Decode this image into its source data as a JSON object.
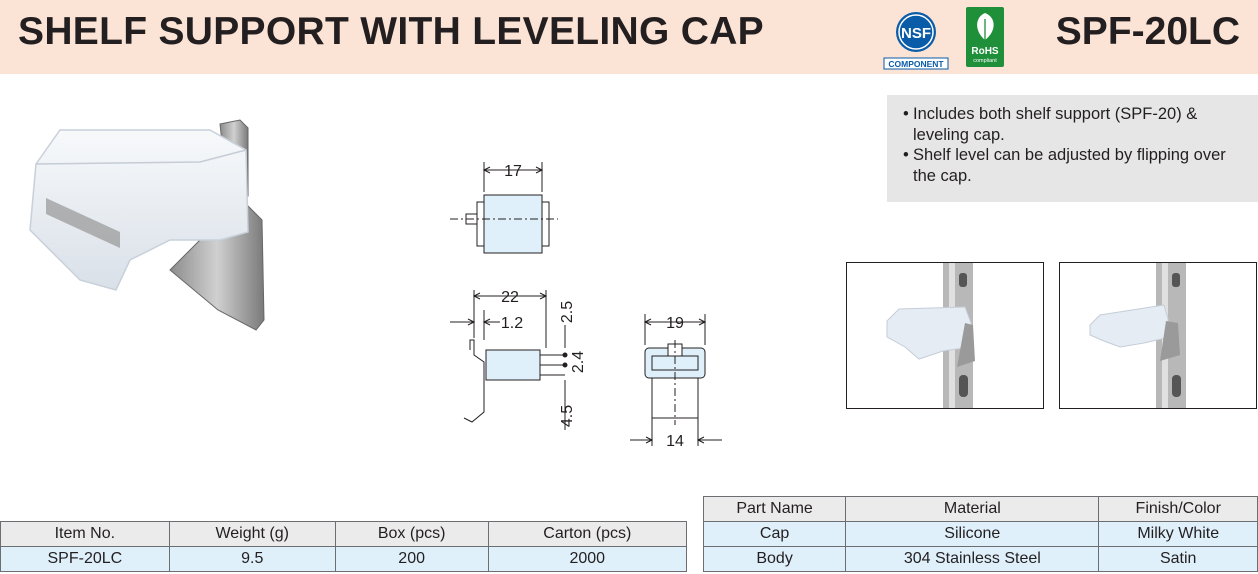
{
  "header": {
    "title": "SHELF SUPPORT WITH LEVELING CAP",
    "model": "SPF-20LC",
    "nsf_logo": {
      "mark": "NSF",
      "caption": "COMPONENT"
    },
    "rohs_logo": {
      "mark": "RoHS",
      "caption": "compliant"
    }
  },
  "features": [
    "Includes both shelf support (SPF-20) & leveling cap.",
    "Shelf level can be adjusted by flipping over the cap."
  ],
  "dimensions": {
    "top_width": "17",
    "side_length": "22",
    "side_offset": "1.2",
    "side_top": "2.5",
    "side_middle": "2.4",
    "side_bottom": "4.5",
    "end_top": "19",
    "end_bottom": "14"
  },
  "spec_table": {
    "headers": [
      "Item No.",
      "Weight (g)",
      "Box (pcs)",
      "Carton (pcs)"
    ],
    "rows": [
      [
        "SPF-20LC",
        "9.5",
        "200",
        "2000"
      ]
    ]
  },
  "material_table": {
    "headers": [
      "Part Name",
      "Material",
      "Finish/Color"
    ],
    "rows": [
      [
        "Cap",
        "Silicone",
        "Milky White"
      ],
      [
        "Body",
        "304 Stainless Steel",
        "Satin"
      ]
    ]
  },
  "colors": {
    "header_bg": "#fbe3d6",
    "feature_bg": "#e6e6e6",
    "table_body_bg": "#dff0fb",
    "cap_fill": "#dff0fb",
    "nsf_blue": "#0a5ba8",
    "rohs_green": "#1f8f3a"
  }
}
